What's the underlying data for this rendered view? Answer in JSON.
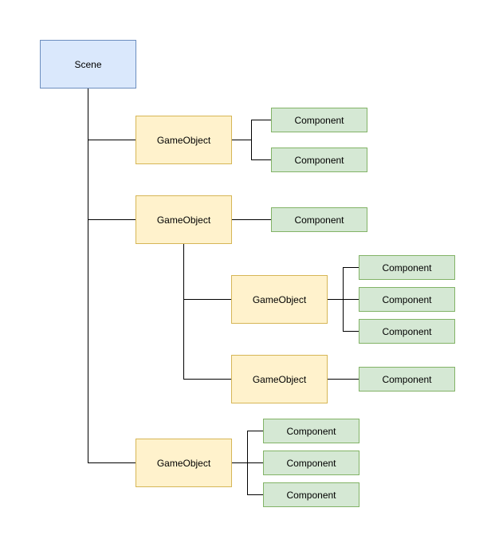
{
  "colors": {
    "scene_fill": "#dae8fc",
    "scene_stroke": "#6c8ebf",
    "gameobject_fill": "#fff2cc",
    "gameobject_stroke": "#d6b656",
    "component_fill": "#d5e8d4",
    "component_stroke": "#82b366",
    "connector": "#000000"
  },
  "scene": {
    "label": "Scene"
  },
  "gameobjects": [
    {
      "label": "GameObject"
    },
    {
      "label": "GameObject"
    },
    {
      "label": "GameObject"
    },
    {
      "label": "GameObject"
    },
    {
      "label": "GameObject"
    }
  ],
  "components": [
    {
      "label": "Component"
    },
    {
      "label": "Component"
    },
    {
      "label": "Component"
    },
    {
      "label": "Component"
    },
    {
      "label": "Component"
    },
    {
      "label": "Component"
    },
    {
      "label": "Component"
    },
    {
      "label": "Component"
    },
    {
      "label": "Component"
    },
    {
      "label": "Component"
    }
  ]
}
